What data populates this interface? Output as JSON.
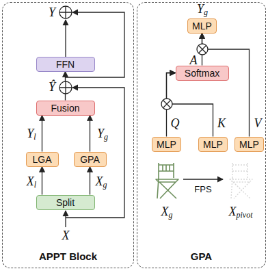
{
  "diagram": {
    "nodes": [
      {
        "text": [
          "APPT Block"
        ]
      },
      {
        "text": [
          "FFN"
        ],
        "in": 0
      },
      {
        "text": [
          "Fusion"
        ],
        "in": 0
      },
      {
        "text": [
          "LGA"
        ],
        "in": 0
      },
      {
        "text": [
          "GPA"
        ],
        "in": 0
      },
      {
        "text": [
          "Split"
        ],
        "in": 0
      },
      {
        "text": [
          "GPA"
        ]
      },
      {
        "text": [
          "MLP"
        ],
        "in": 6
      },
      {
        "text": [
          "Softmax"
        ],
        "in": 6
      },
      {
        "text": [
          "MLP"
        ],
        "in": 6
      },
      {
        "text": [
          "MLP"
        ],
        "in": 6
      },
      {
        "text": [
          "MLP"
        ],
        "in": 6
      }
    ],
    "edges": [
      {
        "from": 5,
        "to": 3,
        "arrow": "to"
      },
      {
        "from": 5,
        "to": 4,
        "arrow": "to"
      },
      {
        "from": 3,
        "to": 2,
        "arrow": "to"
      },
      {
        "from": 4,
        "to": 2,
        "arrow": "to"
      },
      {
        "from": 2,
        "to": 1,
        "arrow": "to"
      },
      {
        "from": 9,
        "to": 8,
        "arrow": "to"
      },
      {
        "from": 10,
        "to": 8,
        "arrow": "to"
      },
      {
        "from": 8,
        "to": 7,
        "arrow": "to"
      },
      {
        "from": 11,
        "to": 7,
        "arrow": "to"
      }
    ],
    "labels": [
      "Y",
      "Ŷ",
      "Yl",
      "Yg",
      "Xl",
      "Xg",
      "X",
      "Yg",
      "A",
      "Q",
      "K",
      "V",
      "Xg",
      "FPS",
      "Xpivot"
    ]
  }
}
